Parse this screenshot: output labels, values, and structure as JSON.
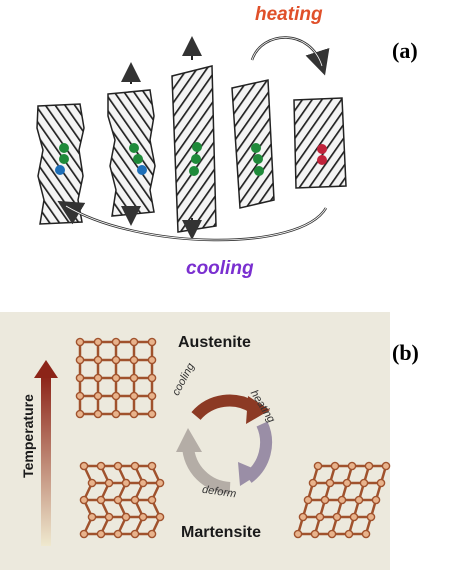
{
  "panel_a": {
    "label": "(a)",
    "heating": "heating",
    "cooling": "cooling",
    "colors": {
      "heating": "#e0502a",
      "cooling": "#7a2fd0",
      "green_dot": "#1f8a3a",
      "blue_dot": "#1e6fb8",
      "red_dot": "#c0223a"
    }
  },
  "panel_b": {
    "label": "(b)",
    "austenite": "Austenite",
    "martensite": "Martensite",
    "temperature": "Temperature",
    "cycle": {
      "cooling": "cooling",
      "heating": "heating",
      "deform": "deform"
    },
    "colors": {
      "background": "#ece9dd",
      "lattice": "#a0522d",
      "node": "#e8b38c",
      "arrow": "#7a2a1a"
    }
  }
}
